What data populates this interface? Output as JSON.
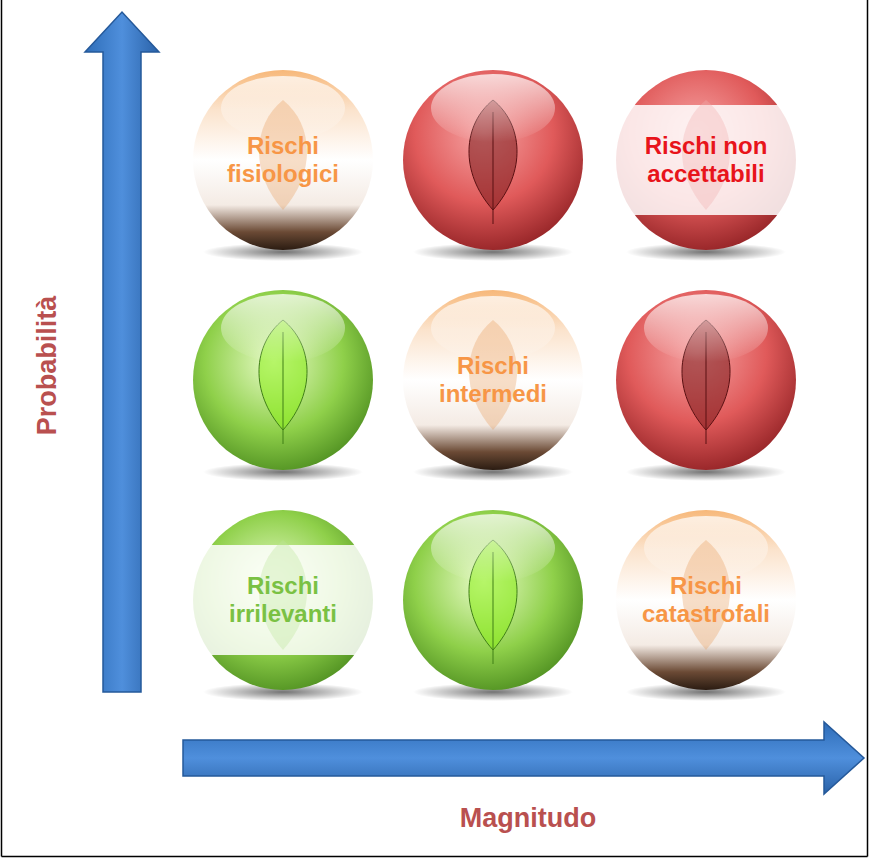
{
  "diagram": {
    "nodes": [
      {
        "text": [
          "Rischi fisiologici"
        ]
      },
      {
        "text": [
          "Rischi non accettabili"
        ]
      },
      {
        "text": [
          "Rischi intermedi"
        ]
      },
      {
        "text": [
          "Rischi irrilevanti"
        ]
      },
      {
        "text": [
          "Rischi catastrofali"
        ]
      }
    ],
    "labels": [
      "Probabilità",
      "Magnitudo"
    ]
  }
}
